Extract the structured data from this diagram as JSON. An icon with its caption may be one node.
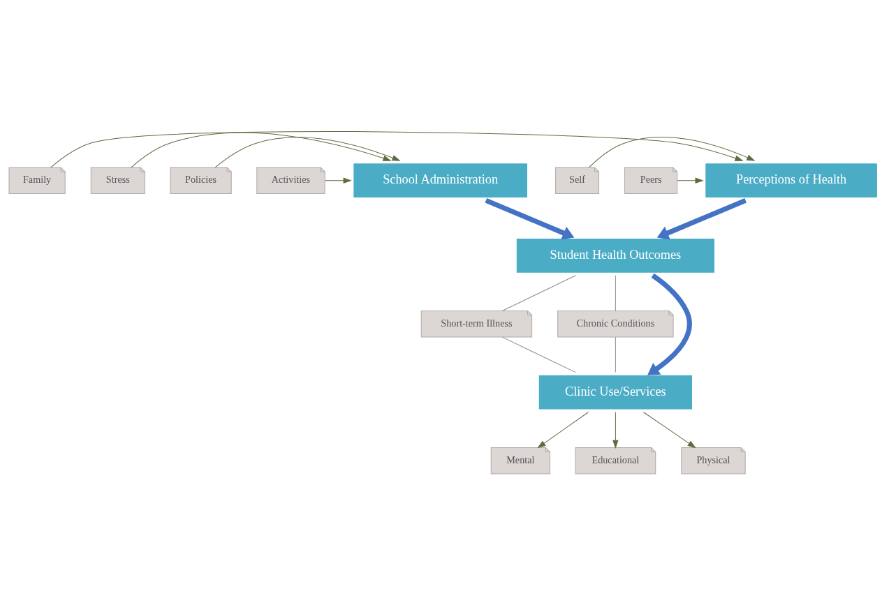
{
  "diagram": {
    "nodes": [
      {
        "text": [
          "Family"
        ]
      },
      {
        "text": [
          "Self"
        ]
      },
      {
        "text": [
          "Peers"
        ]
      },
      {
        "text": [
          "Perceptions of Health"
        ]
      },
      {
        "text": [
          "School Administration"
        ]
      },
      {
        "text": [
          "Stress"
        ]
      },
      {
        "text": [
          "Policies"
        ]
      },
      {
        "text": [
          "Activities"
        ]
      },
      {
        "text": [
          "Student Health Outcomes"
        ]
      },
      {
        "text": [
          "Short-term Illness"
        ]
      },
      {
        "text": [
          "Chronic Conditions"
        ]
      },
      {
        "text": [
          "Clinic Use/Services"
        ]
      },
      {
        "text": [
          "Mental"
        ]
      },
      {
        "text": [
          "Educational"
        ]
      },
      {
        "text": [
          "Physical"
        ]
      }
    ],
    "edges": [
      {
        "from": 0,
        "to": 3,
        "arrow": "to"
      },
      {
        "from": 1,
        "to": 3,
        "arrow": "to"
      },
      {
        "from": 2,
        "to": 3,
        "arrow": "to"
      },
      {
        "from": 5,
        "to": 4,
        "arrow": "to"
      },
      {
        "from": 6,
        "to": 4,
        "arrow": "to"
      },
      {
        "from": 7,
        "to": 4,
        "arrow": "to"
      },
      {
        "from": 3,
        "to": 8,
        "arrow": "to",
        "style": "thick",
        "color": "#4472c4"
      },
      {
        "from": 4,
        "to": 8,
        "arrow": "to",
        "style": "thick",
        "color": "#4472c4"
      },
      {
        "from": 8,
        "to": 9,
        "arrow": "none",
        "color": "#8c8c8c"
      },
      {
        "from": 8,
        "to": 10,
        "arrow": "none",
        "color": "#8c8c8c"
      },
      {
        "from": 8,
        "to": 11,
        "arrow": "to",
        "style": "thick",
        "color": "#4472c4"
      },
      {
        "from": 9,
        "to": 11,
        "arrow": "none",
        "color": "#8c8c8c"
      },
      {
        "from": 10,
        "to": 11,
        "arrow": "none",
        "color": "#8c8c8c"
      },
      {
        "from": 11,
        "to": 12,
        "arrow": "to"
      },
      {
        "from": 11,
        "to": 13,
        "arrow": "to"
      },
      {
        "from": 11,
        "to": 14,
        "arrow": "to"
      }
    ]
  }
}
